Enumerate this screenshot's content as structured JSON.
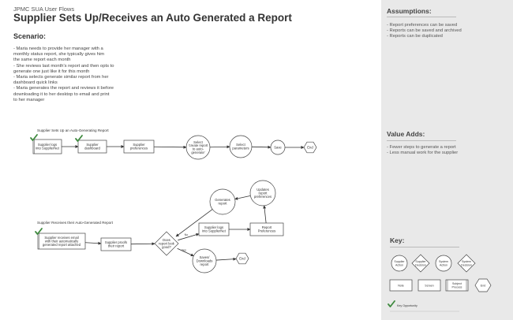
{
  "header": {
    "subtitle": "JPMC SUA User Flows",
    "title": "Supplier Sets Up/Receives an Auto Generated a Report"
  },
  "scenario": {
    "heading": "Scenario:",
    "lines": [
      "- Maria needs to provide her manager with a",
      "  monthly status report, she typically gives him",
      "  the same report each month",
      "- She reviews last month's report and then opts to",
      "  generate one just like it for this month",
      "- Maria selects generate similar report from her",
      "  dashboard quick links",
      "- Maria generates the report and reviews it before",
      "  downloading it to her desktop to email and print",
      "  to her manager"
    ]
  },
  "assumptions": {
    "heading": "Assumptions:",
    "items": [
      "- Report preferences can be saved",
      "- Reports can be saved and archived",
      "- Reports can be duplicated"
    ]
  },
  "value_adds": {
    "heading": "Value Adds:",
    "items": [
      "- Fewer steps to generate a report",
      "- Less manual work for the supplier"
    ]
  },
  "key": {
    "heading": "Key:",
    "shapes": [
      {
        "label": [
          "Supplier",
          "Action"
        ],
        "shape": "circle"
      },
      {
        "label": [
          "Supplier",
          "Decision"
        ],
        "shape": "diamond"
      },
      {
        "label": [
          "System",
          "Action"
        ],
        "shape": "circle"
      },
      {
        "label": [
          "System",
          "Decision"
        ],
        "shape": "diamond"
      }
    ],
    "boxes": [
      {
        "label": [
          "Note"
        ],
        "shape": "note"
      },
      {
        "label": [
          "Screen"
        ],
        "shape": "rect"
      },
      {
        "label": [
          "Subject",
          "Process"
        ],
        "shape": "process"
      },
      {
        "label": [
          "End"
        ],
        "shape": "hexagon"
      }
    ],
    "opportunity_label": "Key Opportunity"
  },
  "flows": [
    {
      "title": "Supplier Sets Up an Auto-Generating Report",
      "nodes": [
        {
          "id": "n1",
          "shape": "doc",
          "label": [
            "Supplier logs",
            "into SupplierNet"
          ],
          "key_opportunity": true
        },
        {
          "id": "n2",
          "shape": "rect",
          "label": [
            "Supplier",
            "dashboard"
          ],
          "key_opportunity": true
        },
        {
          "id": "n3",
          "shape": "rect",
          "label": [
            "Supplier",
            "preferences"
          ]
        },
        {
          "id": "n4",
          "shape": "circle",
          "label": [
            "Select",
            "'create report",
            "to auto-",
            "generate'"
          ]
        },
        {
          "id": "n5",
          "shape": "circle",
          "label": [
            "Select",
            "parameters"
          ]
        },
        {
          "id": "n6",
          "shape": "circle",
          "label": [
            "Save"
          ]
        },
        {
          "id": "n7",
          "shape": "hexagon",
          "label": [
            "End"
          ]
        }
      ],
      "edges": [
        [
          "n1",
          "n2"
        ],
        [
          "n2",
          "n3"
        ],
        [
          "n3",
          "n4"
        ],
        [
          "n4",
          "n5"
        ],
        [
          "n5",
          "n6"
        ],
        [
          "n6",
          "n7"
        ]
      ]
    },
    {
      "title": "Supplier Receives their Auto-Generated Report",
      "nodes": [
        {
          "id": "m1",
          "shape": "doc",
          "label": [
            "Supplier receives email",
            "with their automatically",
            "generated report attached"
          ],
          "key_opportunity": true
        },
        {
          "id": "m2",
          "shape": "rect",
          "label": [
            "Supplier proofs",
            "their report"
          ]
        },
        {
          "id": "m3",
          "shape": "diamond",
          "label": [
            "Does",
            "report look",
            "good?"
          ]
        },
        {
          "id": "m4",
          "shape": "rect",
          "label": [
            "Supplier logs",
            "into SupplierNet"
          ]
        },
        {
          "id": "m5",
          "shape": "rect",
          "label": [
            "Report",
            "Preferences"
          ]
        },
        {
          "id": "m6",
          "shape": "circle",
          "label": [
            "Updates",
            "report",
            "preferences"
          ]
        },
        {
          "id": "m7",
          "shape": "circle",
          "label": [
            "Generates",
            "report"
          ]
        },
        {
          "id": "m8",
          "shape": "circle",
          "label": [
            "Saves/",
            "Downloads",
            "report"
          ]
        },
        {
          "id": "m9",
          "shape": "hexagon",
          "label": [
            "End"
          ]
        }
      ],
      "edges": [
        [
          "m1",
          "m2",
          ""
        ],
        [
          "m2",
          "m3",
          ""
        ],
        [
          "m3",
          "m4",
          "No"
        ],
        [
          "m4",
          "m5",
          ""
        ],
        [
          "m5",
          "m6",
          ""
        ],
        [
          "m6",
          "m7",
          ""
        ],
        [
          "m7",
          "m3",
          ""
        ],
        [
          "m3",
          "m8",
          "Yes"
        ],
        [
          "m8",
          "m9",
          ""
        ]
      ]
    }
  ],
  "colors": {
    "sidebar": "#e9e9e9",
    "check": "#3f8a3f",
    "stroke": "#444444"
  }
}
